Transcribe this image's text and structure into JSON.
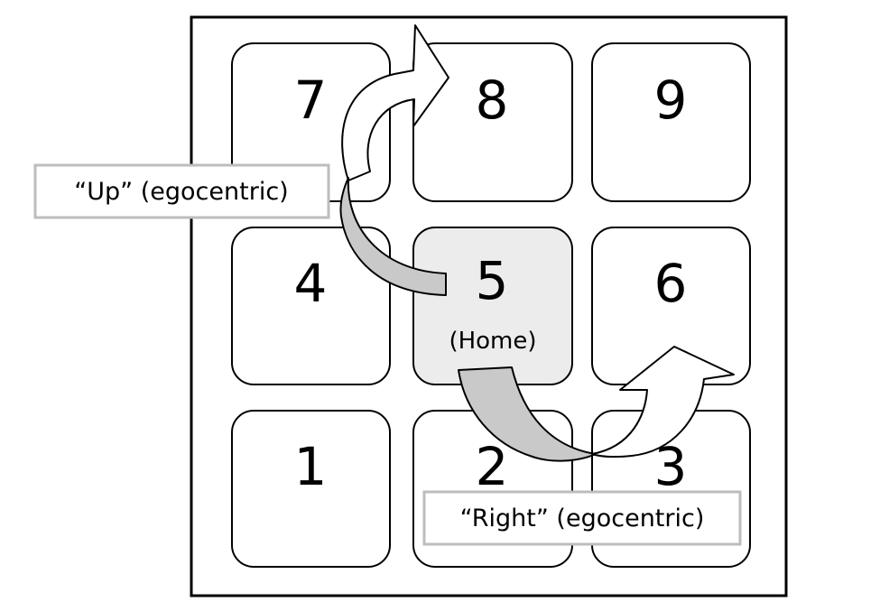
{
  "keypad": {
    "keys": {
      "k7": "7",
      "k8": "8",
      "k9": "9",
      "k4": "4",
      "k5": "5",
      "k6": "6",
      "k1": "1",
      "k2": "2",
      "k3": "3"
    },
    "home_label": "(Home)"
  },
  "arrows": {
    "up_label": "“Up” (egocentric)",
    "right_label": "“Right” (egocentric)"
  },
  "colors": {
    "frame": "#000000",
    "home_key_fill": "#ececec",
    "arrow_tail_fill": "#c9c9c9",
    "label_border": "#bdbdbd"
  }
}
